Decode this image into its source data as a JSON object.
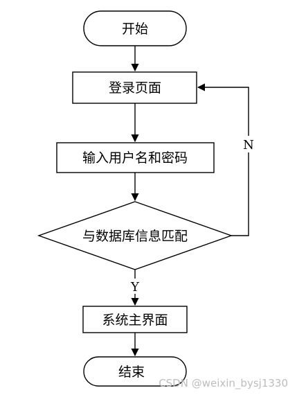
{
  "flowchart": {
    "start": "开始",
    "login_page": "登录页面",
    "input_credentials": "输入用户名和密码",
    "decision": "与数据库信息匹配",
    "main_interface": "系统主界面",
    "end": "结束",
    "edge_no": "N",
    "edge_yes": "Y"
  },
  "watermark": "CSDN @weixin_bysj1330"
}
